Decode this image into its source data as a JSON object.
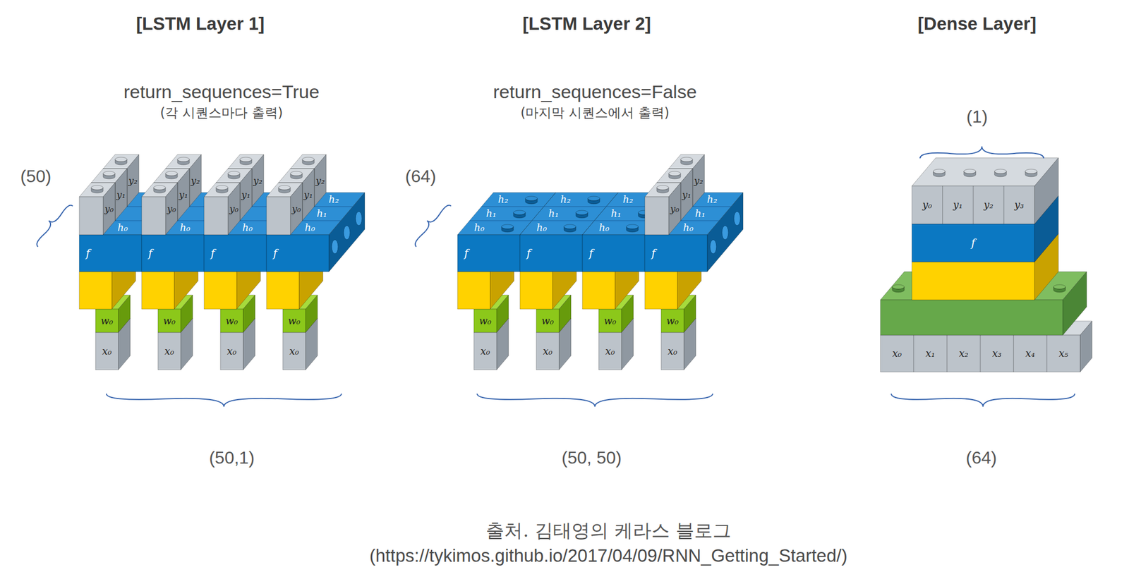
{
  "diagram": {
    "nodes": [
      {
        "text": [
          "y₂"
        ]
      },
      {
        "text": [
          "y₁"
        ]
      },
      {
        "text": [
          "y₀"
        ]
      },
      {
        "text": [
          "h₀"
        ]
      },
      {
        "text": [
          "f"
        ]
      },
      {
        "text": [
          "w₀"
        ]
      },
      {
        "text": [
          "x₀"
        ]
      },
      {
        "text": [
          "y₂"
        ]
      },
      {
        "text": [
          "y₁"
        ]
      },
      {
        "text": [
          "y₀"
        ]
      },
      {
        "text": [
          "h₀"
        ]
      },
      {
        "text": [
          "f"
        ]
      },
      {
        "text": [
          "w₀"
        ]
      },
      {
        "text": [
          "x₀"
        ]
      },
      {
        "text": [
          "y₂"
        ]
      },
      {
        "text": [
          "y₁"
        ]
      },
      {
        "text": [
          "y₀"
        ]
      },
      {
        "text": [
          "h₀"
        ]
      },
      {
        "text": [
          "f"
        ]
      },
      {
        "text": [
          "w₀"
        ]
      },
      {
        "text": [
          "x₀"
        ]
      },
      {
        "text": [
          "y₂"
        ]
      },
      {
        "text": [
          "y₁"
        ]
      },
      {
        "text": [
          "y₀"
        ]
      },
      {
        "text": [
          "h₂"
        ]
      },
      {
        "text": [
          "h₁"
        ]
      },
      {
        "text": [
          "h₀"
        ]
      },
      {
        "text": [
          "f"
        ]
      },
      {
        "text": [
          "w₀"
        ]
      },
      {
        "text": [
          "x₀"
        ]
      },
      {
        "text": [
          "h₂"
        ]
      },
      {
        "text": [
          "h₁"
        ]
      },
      {
        "text": [
          "h₀"
        ]
      },
      {
        "text": [
          "f"
        ]
      },
      {
        "text": [
          "w₀"
        ]
      },
      {
        "text": [
          "x₀"
        ]
      },
      {
        "text": [
          "h₂"
        ]
      },
      {
        "text": [
          "h₁"
        ]
      },
      {
        "text": [
          "h₀"
        ]
      },
      {
        "text": [
          "f"
        ]
      },
      {
        "text": [
          "w₀"
        ]
      },
      {
        "text": [
          "x₀"
        ]
      },
      {
        "text": [
          "h₂"
        ]
      },
      {
        "text": [
          "h₁"
        ]
      },
      {
        "text": [
          "h₀"
        ]
      },
      {
        "text": [
          "f"
        ]
      },
      {
        "text": [
          "w₀"
        ]
      },
      {
        "text": [
          "x₀"
        ]
      },
      {
        "text": [
          "y₂"
        ]
      },
      {
        "text": [
          "y₁"
        ]
      },
      {
        "text": [
          "y₀"
        ]
      },
      {
        "text": [
          "h₂"
        ]
      },
      {
        "text": [
          "h₁"
        ]
      },
      {
        "text": [
          "h₀"
        ]
      },
      {
        "text": [
          "f"
        ]
      },
      {
        "text": [
          "w₀"
        ]
      },
      {
        "text": [
          "x₀"
        ]
      },
      {
        "text": [
          "y₀"
        ]
      },
      {
        "text": [
          "y₁"
        ]
      },
      {
        "text": [
          "y₂"
        ]
      },
      {
        "text": [
          "y₃"
        ]
      },
      {
        "text": [
          "f"
        ]
      },
      {
        "text": [
          "x₀"
        ]
      },
      {
        "text": [
          "x₁"
        ]
      },
      {
        "text": [
          "x₂"
        ]
      },
      {
        "text": [
          "x₃"
        ]
      },
      {
        "text": [
          "x₄"
        ]
      },
      {
        "text": [
          "x₅"
        ]
      }
    ],
    "labels": [
      "[LSTM Layer 1]",
      "return_sequences=True",
      "(각 시퀀스마다 출력)",
      "(50)",
      "(50,1)",
      "[LSTM Layer 2]",
      "return_sequences=False",
      "(마지막 시퀀스에서 출력)",
      "(64)",
      "(50, 50)",
      "[Dense Layer]",
      "(1)",
      "(64)",
      "출처. 김태영의 케라스 블로그",
      "(https://tykimos.github.io/2017/04/09/RNN_Getting_Started/)"
    ]
  }
}
